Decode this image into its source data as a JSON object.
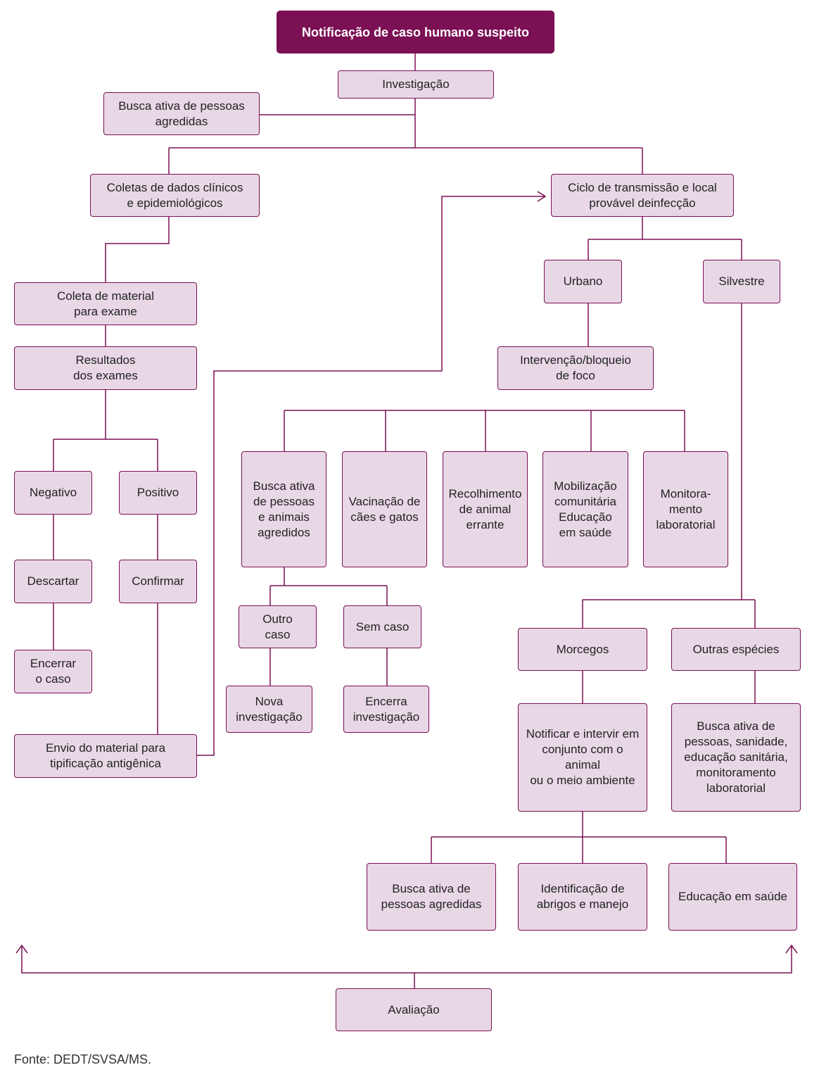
{
  "colors": {
    "accent": "#7b1054",
    "box_fill": "#e8d8e6",
    "title_text": "#ffffff",
    "text": "#222222"
  },
  "flow": {
    "notificacao": "Notificação de caso humano suspeito",
    "investigacao": "Investigação",
    "busca_pessoas_agredidas": "Busca ativa de pessoas\nagredidas",
    "coletas_dados": "Coletas de dados clínicos\ne epidemiológicos",
    "ciclo": "Ciclo de transmissão e local\nprovável deinfecção",
    "coleta_material": "Coleta de material\npara exame",
    "resultados": "Resultados\ndos exames",
    "urbano": "Urbano",
    "silvestre": "Silvestre",
    "intervencao": "Intervenção/bloqueio\nde foco",
    "negativo": "Negativo",
    "positivo": "Positivo",
    "descartar": "Descartar",
    "confirmar": "Confirmar",
    "encerrar_caso": "Encerrar\no caso",
    "envio_material": "Envio do material para\ntipificação antigênica",
    "busca_pessoas_animais": "Busca ativa\nde pessoas\ne animais\nagredidos",
    "vacinacao": "Vacinação de\ncães e gatos",
    "recolhimento": "Recolhimento\nde animal\nerrante",
    "mobilizacao": "Mobilização\ncomunitária\nEducação\nem saúde",
    "monitoramento": "Monitora-\nmento\nlaboratorial",
    "outro_caso": "Outro\ncaso",
    "sem_caso": "Sem caso",
    "nova_investigacao": "Nova\ninvestigação",
    "encerra_investigacao": "Encerra\ninvestigação",
    "morcegos": "Morcegos",
    "outras_especies": "Outras espécies",
    "notificar_intervir": "Notificar e intervir em\nconjunto com o animal\nou o meio ambiente",
    "busca_sanidade": "Busca ativa de\npessoas, sanidade,\neducação sanitária,\nmonitoramento\nlaboratorial",
    "busca_pessoas_agredidas_2": "Busca ativa de\npessoas agredidas",
    "identificacao_abrigos": "Identificação de\nabrigos e manejo",
    "educacao_saude": "Educação em saúde",
    "avaliacao": "Avaliação"
  },
  "source": "Fonte: DEDT/SVSA/MS."
}
